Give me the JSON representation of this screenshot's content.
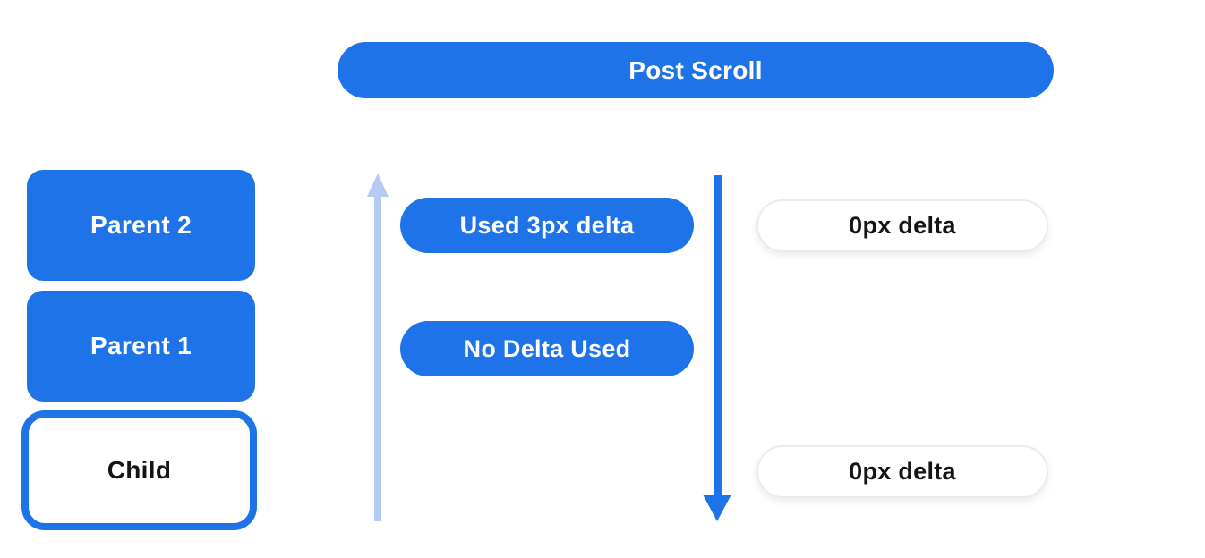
{
  "colors": {
    "blue": "#1e73e8",
    "light_blue": "#b4cbf2",
    "pill_border": "#ebebeb",
    "text_dark": "#141414",
    "text_light": "#ffffff",
    "background": "#ffffff"
  },
  "header": {
    "label": "Post Scroll"
  },
  "scroll_chain": {
    "boxes": [
      {
        "label": "Parent 2",
        "variant": "filled"
      },
      {
        "label": "Parent 1",
        "variant": "filled"
      },
      {
        "label": "Child",
        "variant": "outlined"
      }
    ]
  },
  "deltas_consumed": {
    "pills": [
      {
        "label": "Used 3px delta"
      },
      {
        "label": "No Delta Used"
      }
    ]
  },
  "deltas_remaining": {
    "pills": [
      {
        "label": "0px delta"
      },
      {
        "label": "0px delta"
      }
    ]
  },
  "arrows": {
    "up": "propagation-up-arrow",
    "down": "scroll-down-arrow"
  }
}
